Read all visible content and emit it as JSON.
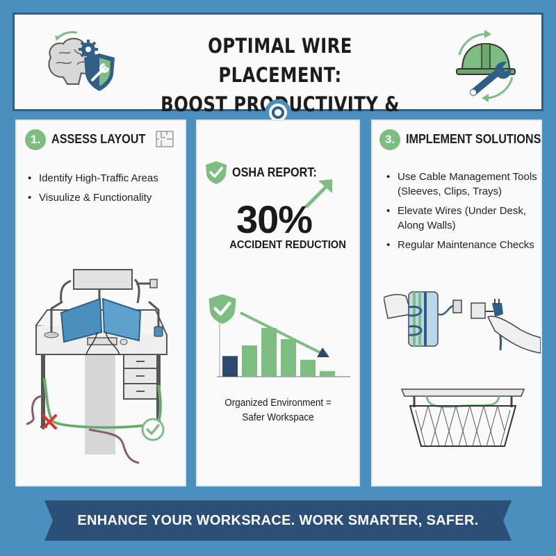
{
  "header": {
    "title_line1": "OPTIMAL WIRE PLACEMENT:",
    "title_line2": "BOOST PRODUCTIVITY & SAFETY",
    "left_icon": "brain-gear-shield-icon",
    "right_icon": "hardhat-wrench-icon"
  },
  "step1": {
    "number": "1.",
    "title": "ASSESS LAYOUT",
    "icon": "floorplan-icon",
    "bullets": [
      "Identify High-Traffic Areas",
      "Visuulize & Functionality"
    ],
    "illustration": "desk-with-routed-cables",
    "marks": [
      "cross-icon",
      "check-circle-icon"
    ]
  },
  "step2": {
    "label": "OSHA REPORT:",
    "stat": "30%",
    "stat_caption": "ACCIDENT REDUCTION",
    "caption_line1": "Organized Environment =",
    "caption_line2": "Safer Workspace",
    "chart_bar_levels": [
      0.33,
      0.5,
      0.78,
      0.6,
      0.27,
      0.09
    ],
    "chart_bar_colors": [
      "#2b4a6e",
      "#7ebd82",
      "#7ebd82",
      "#7ebd82",
      "#7ebd82",
      "#7ebd82"
    ]
  },
  "step3": {
    "number": "3.",
    "title": "IMPLEMENT SOLUTIONS",
    "bullets": [
      "Use Cable Management Tools (Sleeves, Clips, Trays)",
      "Elevate Wires (Under Desk, Along Walls)",
      "Regular Maintenance Checks"
    ],
    "bullet1_line1": "Use Cable Management Tools",
    "bullet1_line2": "(Sleeves, Clips, Trays)",
    "bullet2_line1": "Elevate Wires (Under Desk,",
    "bullet2_line2": "Along Walls)",
    "bullet3": "Regular Maintenance Checks",
    "illustrations": [
      "cable-sleeve-and-plug",
      "under-desk-cable-tray"
    ]
  },
  "footer": {
    "banner_text": "ENHANCE YOUR WORKSRACE. WORK SMARTER, SAFER."
  },
  "colors": {
    "background": "#4a8fbd",
    "navy": "#2f5f86",
    "green": "#7ebd82",
    "dark_navy": "#2b4a6e",
    "red": "#e0312b"
  }
}
